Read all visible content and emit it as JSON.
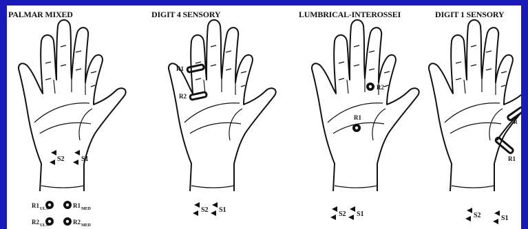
{
  "colors": {
    "frame": "#1a1ab8",
    "sheet": "#ffffff",
    "ink": "#111111"
  },
  "panels": [
    {
      "title": "PALMAR MIXED",
      "labels": {
        "s2": "S2",
        "s1": "S1",
        "r1_uln": "R1",
        "r1_uln_sub": "ULN",
        "r1_med": "R1",
        "r1_med_sub": "MED",
        "r2_uln": "R2",
        "r2_uln_sub": "ULN",
        "r2_med": "R2",
        "r2_med_sub": "MED"
      }
    },
    {
      "title": "DIGIT 4 SENSORY",
      "labels": {
        "r1": "R1",
        "r2": "R2",
        "s2": "S2",
        "s1": "S1"
      }
    },
    {
      "title": "LUMBRICAL-INTEROSSEI",
      "labels": {
        "r2": "R2",
        "r1": "R1",
        "s2": "S2",
        "s1": "S1"
      }
    },
    {
      "title": "DIGIT 1 SENSORY",
      "labels": {
        "r1": "R1",
        "r2": "R",
        "s2": "S2",
        "s1": "S1"
      }
    }
  ]
}
